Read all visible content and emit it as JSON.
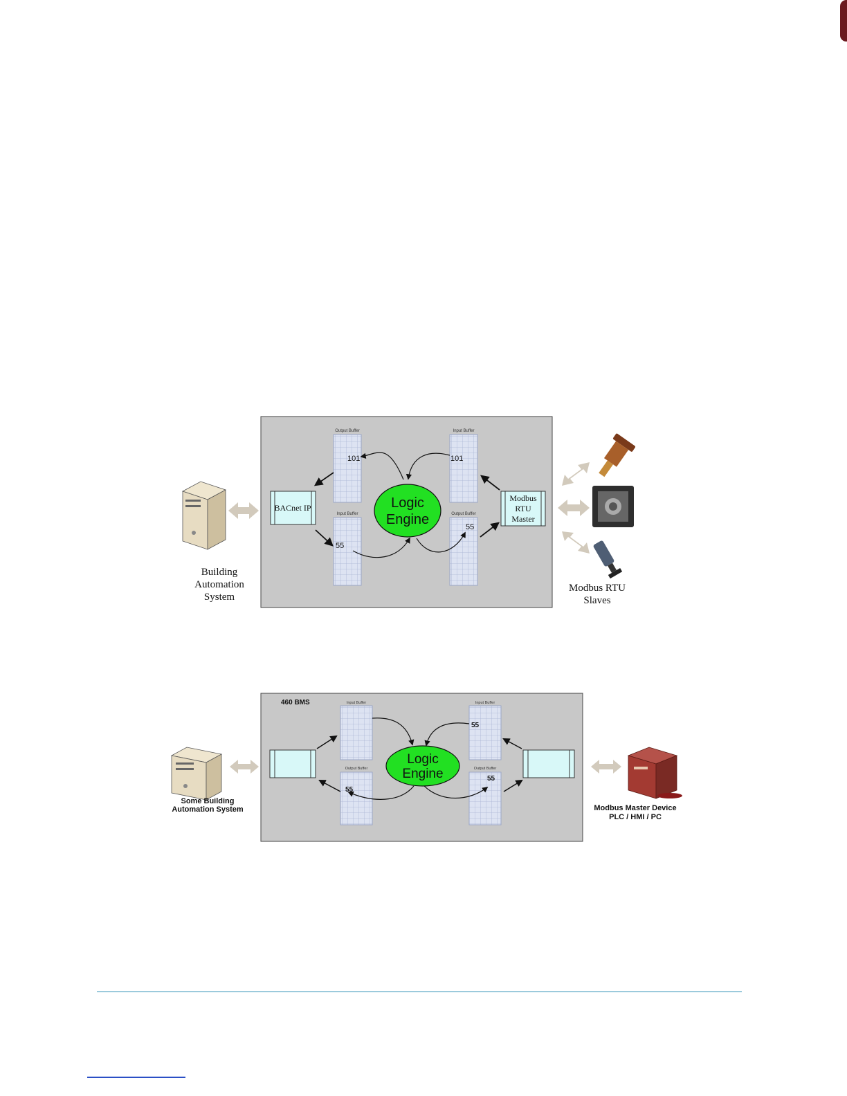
{
  "diagram1": {
    "output_buffer_top_label": "Output Buffer",
    "input_buffer_top_label": "Input Buffer",
    "input_buffer_bottom_label": "Input Buffer",
    "output_buffer_bottom_label": "Output Buffer",
    "value_101_left": "101",
    "value_101_right": "101",
    "value_55_left": "55",
    "value_55_right": "55",
    "logic_engine": [
      "Logic",
      "Engine"
    ],
    "bacnet_label": "BACnet IP",
    "modbus_master": [
      "Modbus",
      "RTU",
      "Master"
    ],
    "bas_caption": [
      "Building",
      "Automation",
      "System"
    ],
    "slaves_caption": [
      "Modbus RTU",
      "Slaves"
    ]
  },
  "diagram2": {
    "title": "460 BMS",
    "input_buffer_top_label": "Input Buffer",
    "input_buffer_top_right_label": "Input Buffer",
    "output_buffer_bottom_left_label": "Output Buffer",
    "output_buffer_bottom_right_label": "Output Buffer",
    "value_55_top_right": "55",
    "value_55_bottom_left": "55",
    "value_55_bottom_right": "55",
    "logic_engine": [
      "Logic",
      "Engine"
    ],
    "bas_caption": [
      "Some Building",
      "Automation System"
    ],
    "master_caption": [
      "Modbus Master Device",
      "PLC / HMI / PC"
    ]
  },
  "colors": {
    "panel_gray": "#c8c8c8",
    "engine_green": "#22e022",
    "driver_cyan": "#d8f8f8",
    "buffer_blue": "#dde3f2",
    "exchange_arrow": "#d2cabc",
    "footer_rule": "#2a8fb5"
  }
}
